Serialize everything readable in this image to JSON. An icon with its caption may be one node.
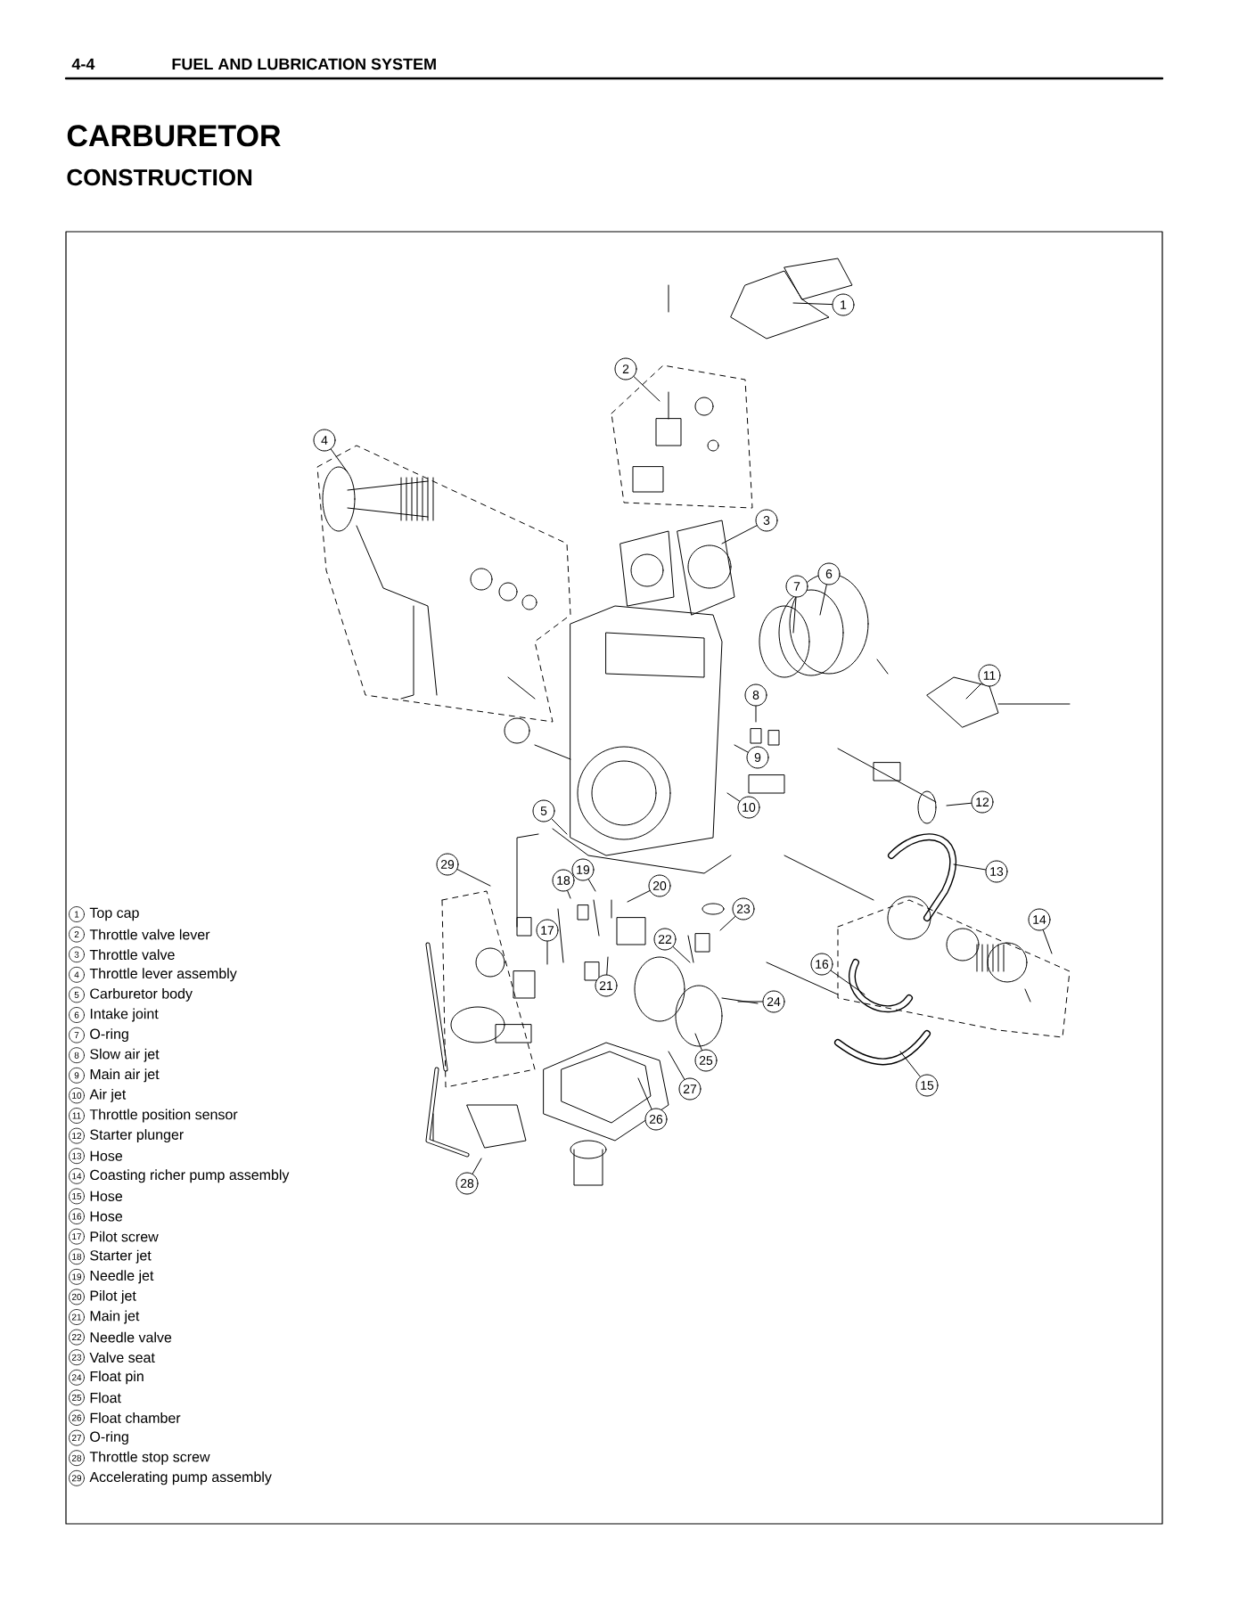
{
  "diagram": {
    "title": "CARBURETOR",
    "nodes": [
      {
        "text": [
          "1"
        ]
      },
      {
        "text": [
          "2"
        ]
      },
      {
        "text": [
          "3"
        ]
      },
      {
        "text": [
          "4"
        ]
      },
      {
        "text": [
          "5"
        ]
      },
      {
        "text": [
          "6"
        ]
      },
      {
        "text": [
          "7"
        ]
      },
      {
        "text": [
          "8"
        ]
      },
      {
        "text": [
          "9"
        ]
      },
      {
        "text": [
          "10"
        ]
      },
      {
        "text": [
          "11"
        ]
      },
      {
        "text": [
          "12"
        ]
      },
      {
        "text": [
          "13"
        ]
      },
      {
        "text": [
          "14"
        ]
      },
      {
        "text": [
          "15"
        ]
      },
      {
        "text": [
          "16"
        ]
      },
      {
        "text": [
          "17"
        ]
      },
      {
        "text": [
          "18"
        ]
      },
      {
        "text": [
          "19"
        ]
      },
      {
        "text": [
          "20"
        ]
      },
      {
        "text": [
          "21"
        ]
      },
      {
        "text": [
          "22"
        ]
      },
      {
        "text": [
          "23"
        ]
      },
      {
        "text": [
          "24"
        ]
      },
      {
        "text": [
          "25"
        ]
      },
      {
        "text": [
          "26"
        ]
      },
      {
        "text": [
          "27"
        ]
      },
      {
        "text": [
          "28"
        ]
      },
      {
        "text": [
          "29"
        ]
      }
    ],
    "edges": [
      {
        "from": 0,
        "to": null,
        "arrow": "none"
      },
      {
        "from": 1,
        "to": null,
        "arrow": "none"
      },
      {
        "from": 2,
        "to": null,
        "arrow": "none"
      },
      {
        "from": 3,
        "to": null,
        "arrow": "none"
      },
      {
        "from": 4,
        "to": null,
        "arrow": "none"
      },
      {
        "from": 5,
        "to": null,
        "arrow": "none"
      },
      {
        "from": 6,
        "to": null,
        "arrow": "none"
      },
      {
        "from": 7,
        "to": null,
        "arrow": "none"
      },
      {
        "from": 8,
        "to": null,
        "arrow": "none"
      },
      {
        "from": 9,
        "to": null,
        "arrow": "none"
      },
      {
        "from": 10,
        "to": null,
        "arrow": "none"
      },
      {
        "from": 11,
        "to": null,
        "arrow": "none"
      },
      {
        "from": 12,
        "to": null,
        "arrow": "none"
      },
      {
        "from": 13,
        "to": null,
        "arrow": "none"
      },
      {
        "from": 14,
        "to": null,
        "arrow": "none"
      },
      {
        "from": 15,
        "to": null,
        "arrow": "none"
      },
      {
        "from": 16,
        "to": null,
        "arrow": "none"
      },
      {
        "from": 17,
        "to": null,
        "arrow": "none"
      },
      {
        "from": 18,
        "to": null,
        "arrow": "none"
      },
      {
        "from": 19,
        "to": null,
        "arrow": "none"
      },
      {
        "from": 20,
        "to": null,
        "arrow": "none"
      },
      {
        "from": 21,
        "to": null,
        "arrow": "none"
      },
      {
        "from": 22,
        "to": null,
        "arrow": "none"
      },
      {
        "from": 23,
        "to": null,
        "arrow": "none"
      },
      {
        "from": 24,
        "to": null,
        "arrow": "none"
      },
      {
        "from": 25,
        "to": null,
        "arrow": "none"
      },
      {
        "from": 26,
        "to": null,
        "arrow": "none"
      },
      {
        "from": 27,
        "to": null,
        "arrow": "none"
      },
      {
        "from": 28,
        "to": null,
        "arrow": "none"
      }
    ],
    "labels": [
      "4-4",
      "FUEL AND LUBRICATION SYSTEM",
      "CONSTRUCTION",
      "1",
      "Top cap",
      "2",
      "Throttle valve lever",
      "3",
      "Throttle valve",
      "4",
      "Throttle lever assembly",
      "5",
      "Carburetor body",
      "6",
      "Intake joint",
      "7",
      "O-ring",
      "8",
      "Slow air jet",
      "9",
      "Main air jet",
      "10",
      "Air jet",
      "11",
      "Throttle position sensor",
      "12",
      "Starter plunger",
      "13",
      "Hose",
      "14",
      "Coasting richer pump assembly",
      "15",
      "Hose",
      "16",
      "Hose",
      "17",
      "Pilot screw",
      "18",
      "Starter jet",
      "19",
      "Needle jet",
      "20",
      "Pilot jet",
      "21",
      "Main jet",
      "22",
      "Needle valve",
      "23",
      "Valve seat",
      "24",
      "Float pin",
      "25",
      "Float",
      "26",
      "Float chamber",
      "27",
      "O-ring",
      "28",
      "Throttle stop screw",
      "29",
      "Accelerating pump assembly"
    ]
  }
}
